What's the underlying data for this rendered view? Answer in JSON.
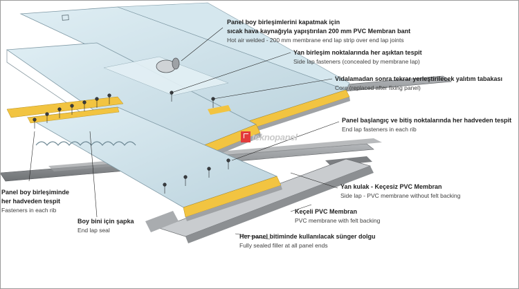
{
  "brand": {
    "logo_text": "teknopanel",
    "accent": "#e33b3b"
  },
  "colors": {
    "membrane": "#cfe1ea",
    "insulation": "#f2c441",
    "steel": "#8e9194",
    "leader": "#222222"
  },
  "callouts": [
    {
      "id": "membrane-strip",
      "tr_lines": [
        "Panel boy birleşimlerini kapatmak için",
        "sıcak hava kaynağıyla yapıştırılan 200 mm PVC Membran bant"
      ],
      "en": "Hot air welded - 200 mm membrane end lap strip over end lap joints"
    },
    {
      "id": "side-lap-fasteners",
      "tr_lines": [
        "Yan birleşim noktalarında her aşıktan tespit"
      ],
      "en": "Side lap fasteners (concealed by membrane lap)"
    },
    {
      "id": "core",
      "tr_lines": [
        "Vidalamadan sonra tekrar yerleştirilecek yalıtım tabakası"
      ],
      "en": "Core (replaced after fixing panel)"
    },
    {
      "id": "end-lap-fasteners-right",
      "tr_lines": [
        "Panel başlangıç ve bitiş noktalarında her hadveden tespit"
      ],
      "en": "End lap fasteners in each rib"
    },
    {
      "id": "side-lap-pvc",
      "tr_lines": [
        "Yan kulak - Keçesiz PVC Membran"
      ],
      "en": "Side lap - PVC membrane without felt backing"
    },
    {
      "id": "felt-pvc",
      "tr_lines": [
        "Keçeli PVC Membran"
      ],
      "en": "PVC membrane with felt backing"
    },
    {
      "id": "filler",
      "tr_lines": [
        "Her panel bitiminde kullanılacak sünger dolgu"
      ],
      "en": "Fully sealed filler at all panel ends"
    },
    {
      "id": "end-lap-fasteners-left",
      "tr_lines": [
        "Panel boy birleşiminde",
        "her hadveden tespit"
      ],
      "en": "Fasteners in each rib"
    },
    {
      "id": "end-lap-seal",
      "tr_lines": [
        "Boy bini için şapka"
      ],
      "en": "End lap seal"
    }
  ]
}
